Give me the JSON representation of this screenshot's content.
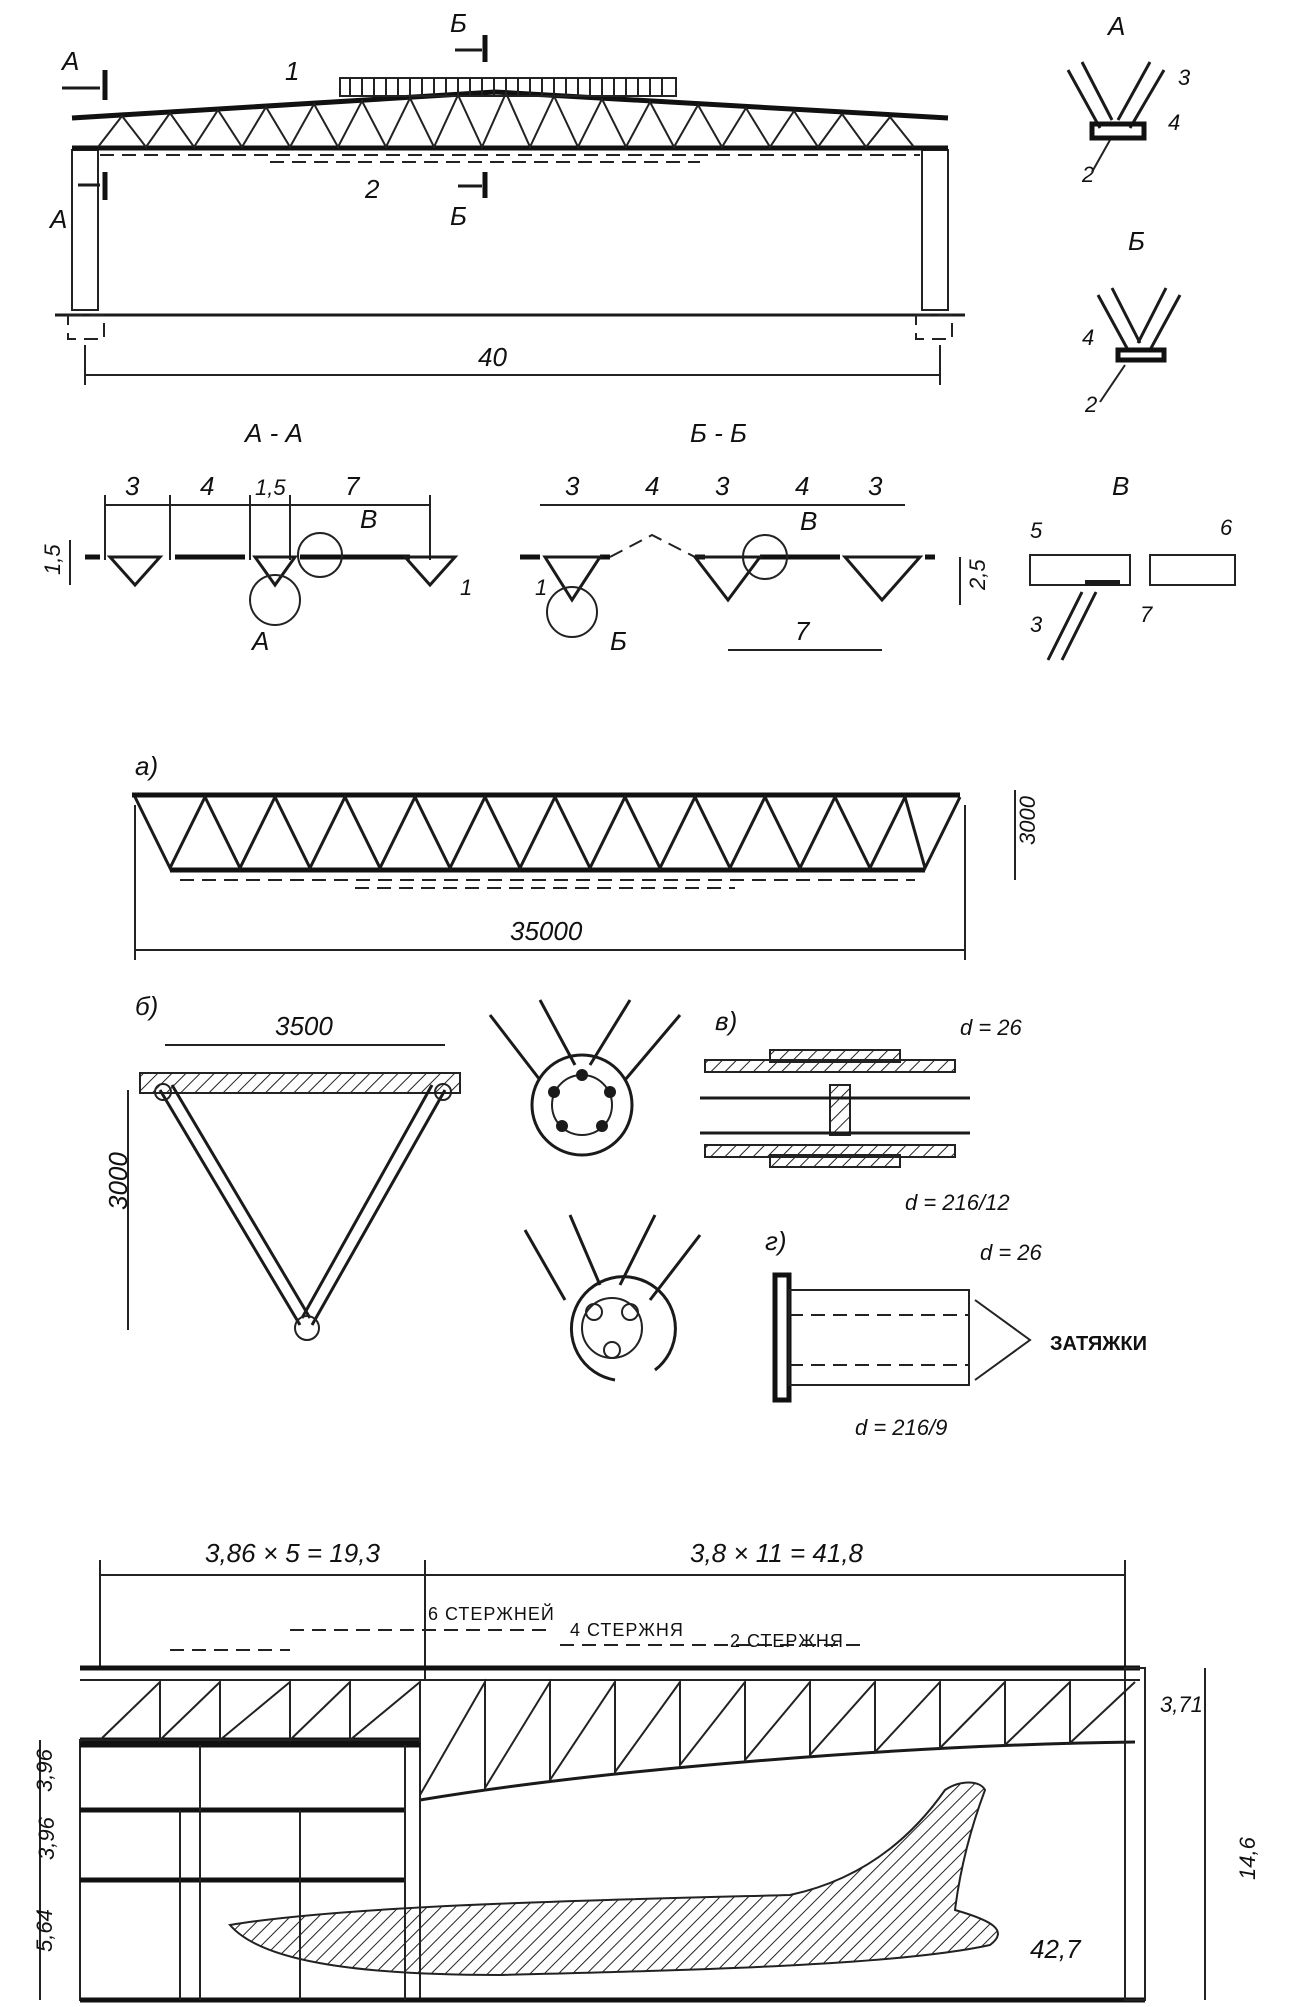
{
  "figure1": {
    "section_mark_a": "А",
    "section_mark_b": "Б",
    "label_1": "1",
    "label_2": "2",
    "span": "40"
  },
  "detail_a": {
    "title": "А",
    "n2": "2",
    "n3": "3",
    "n4": "4"
  },
  "detail_b": {
    "title": "Б",
    "n2": "2",
    "n4": "4"
  },
  "section_aa": {
    "title": "А - А",
    "dims": [
      "3",
      "4",
      "1,5",
      "7"
    ],
    "height": "1,5",
    "callout_a": "А",
    "callout_v": "В",
    "label_1": "1"
  },
  "section_bb": {
    "title": "Б - Б",
    "dims": [
      "3",
      "4",
      "3",
      "4",
      "3"
    ],
    "height": "2,5",
    "span": "7",
    "callout_b": "Б",
    "callout_v": "В",
    "label_1": "1"
  },
  "detail_v": {
    "title": "В",
    "n3": "3",
    "n5": "5",
    "n6": "6",
    "n7": "7"
  },
  "figure2": {
    "label_a": "а)",
    "label_b": "б)",
    "label_v": "в)",
    "label_g": "г)",
    "span": "35000",
    "height": "3000",
    "cell_width": "3500",
    "cell_height": "3000",
    "d26_1": "d = 26",
    "d216_12": "d = 216/12",
    "d26_2": "d = 26",
    "d216_9": "d = 216/9",
    "ties": "ЗАТЯЖКИ"
  },
  "figure3": {
    "bay_left": "3,86 × 5 = 19,3",
    "bay_right": "3,8 × 11 = 41,8",
    "rods_6": "6 СТЕРЖНЕЙ",
    "rods_4": "4 СТЕРЖНЯ",
    "rods_2": "2 СТЕРЖНЯ",
    "h_truss": "3,71",
    "h_main": "14,6",
    "h_floor1": "3,96",
    "h_floor2": "3,96",
    "h_floor3": "5,64",
    "aircraft_dim": "42,7"
  }
}
